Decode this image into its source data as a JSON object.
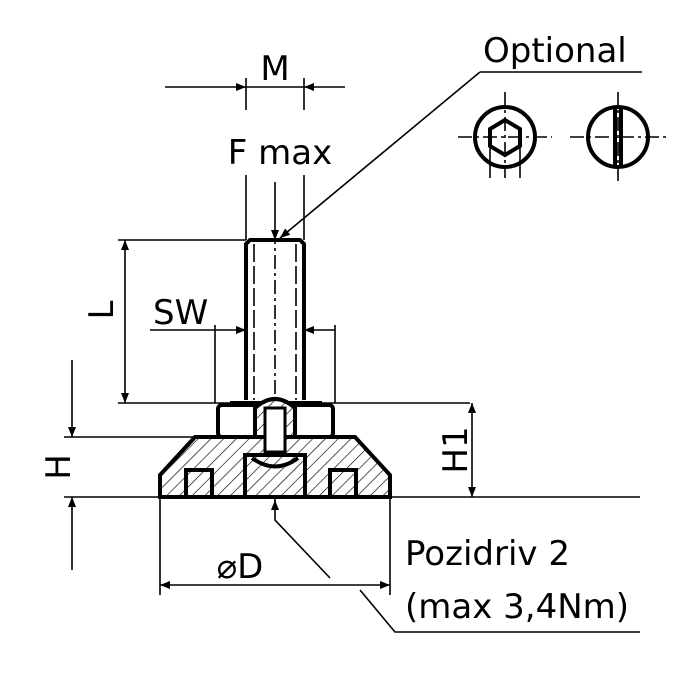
{
  "labels": {
    "m": "M",
    "f_max": "F max",
    "optional": "Optional",
    "l": "L",
    "sw": "SW",
    "h": "H",
    "h1": "H1",
    "d": "⌀D",
    "pozidriv": "Pozidriv 2",
    "torque": "(max 3,4Nm)"
  },
  "colors": {
    "line": "#000000",
    "background": "#ffffff"
  }
}
